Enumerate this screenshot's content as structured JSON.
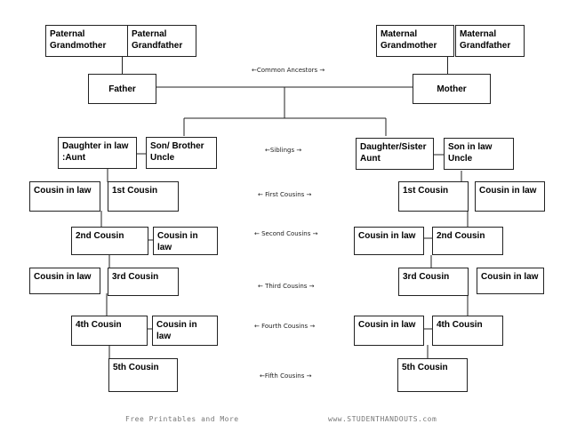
{
  "boxes": {
    "paternal_grandmother": "Paternal\nGrandmother",
    "paternal_grandfather": "Paternal\nGrandfather",
    "maternal_grandmother": "Maternal\nGrandmother",
    "maternal_grandfather": "Maternal\nGrandfather",
    "father": "Father",
    "mother": "Mother",
    "daughter_in_law": "Daughter in law\n:Aunt",
    "son_brother": "Son/ Brother\nUncle",
    "daughter_sister": "Daughter/Sister\nAunt",
    "son_in_law": "Son in law\nUncle",
    "left_cousin_in_law_1": "Cousin in law",
    "left_1st_cousin": "1st Cousin",
    "left_2nd_cousin": "2nd Cousin",
    "left_cousin_in_law_2": "Cousin in law",
    "left_cousin_in_law_3": "Cousin in law",
    "left_3rd_cousin": "3rd Cousin",
    "left_4th_cousin": "4th Cousin",
    "left_cousin_in_law_4": "Cousin in law",
    "left_5th_cousin": "5th Cousin",
    "right_1st_cousin": "1st Cousin",
    "right_cousin_in_law_1": "Cousin in law",
    "right_cousin_in_law_2": "Cousin in law",
    "right_2nd_cousin": "2nd Cousin",
    "right_3rd_cousin": "3rd Cousin",
    "right_cousin_in_law_3": "Cousin in law",
    "right_cousin_in_law_4": "Cousin in law",
    "right_4th_cousin": "4th Cousin",
    "right_5th_cousin": "5th Cousin"
  },
  "labels": {
    "common_ancestors": "←Common Ancestors →",
    "siblings": "←Siblings →",
    "first_cousins": "← First Cousins →",
    "second_cousins": "← Second Cousins →",
    "third_cousins": "← Third Cousins →",
    "fourth_cousins": "← Fourth Cousins →",
    "fifth_cousins": "←Fifth Cousins →"
  },
  "footer": {
    "left": "Free Printables and More",
    "right": "www.STUDENTHANDOUTS.com"
  }
}
